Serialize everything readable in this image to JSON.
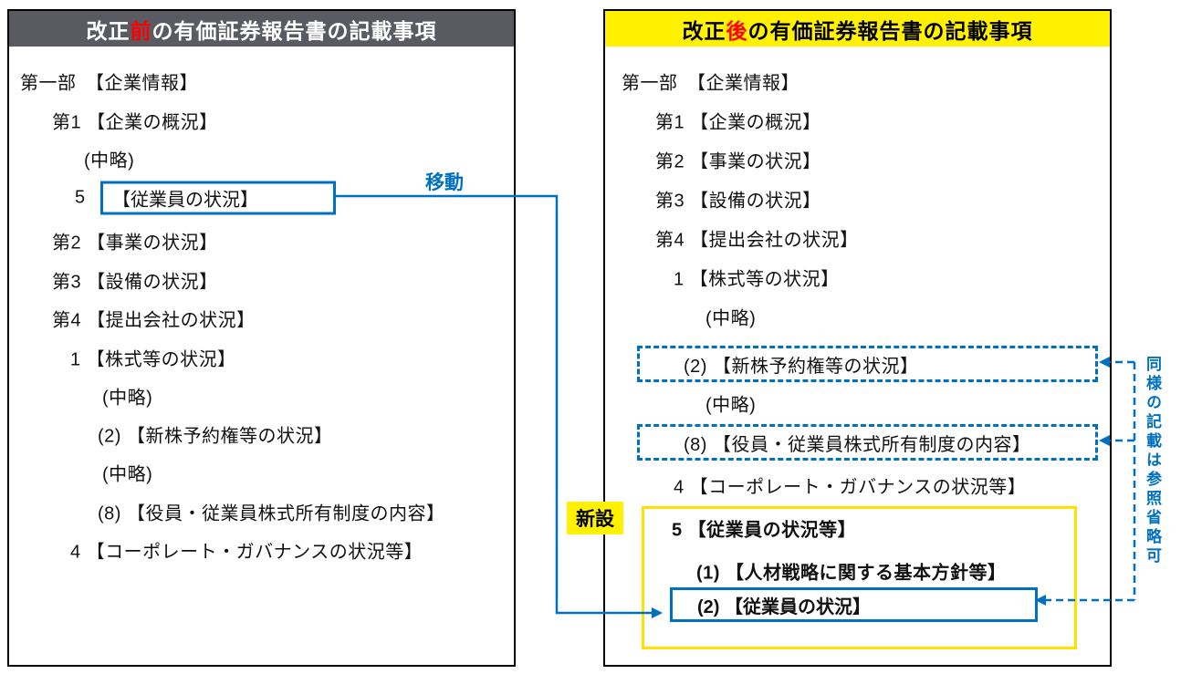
{
  "colors": {
    "accent_blue": "#0070C0",
    "accent_red": "#FF0000",
    "header_gray": "#5A5A63",
    "header_yellow": "#FFF100",
    "new_box_yellow": "#FFE100"
  },
  "annotations": {
    "move_label": "移動",
    "new_label": "新設",
    "side_note": "同様の記載は参照省略可"
  },
  "left_panel": {
    "header": {
      "pre": "改正",
      "accent": "前",
      "post": "の有価証券報告書の記載事項"
    },
    "rows": [
      "第一部　【企業情報】",
      "第1 【企業の概況】",
      "(中略)",
      "第2 【事業の状況】",
      "第3 【設備の状況】",
      "第4 【提出会社の状況】",
      "1 【株式等の状況】",
      "(中略)",
      "(2) 【新株予約権等の状況】",
      "(中略)",
      "(8) 【役員・従業員株式所有制度の内容】",
      "4 【コーポレート・ガバナンスの状況等】"
    ],
    "moved_item": {
      "num": "5",
      "label": "【従業員の状況】"
    }
  },
  "right_panel": {
    "header": {
      "pre": "改正",
      "accent": "後",
      "post": "の有価証券報告書の記載事項"
    },
    "rows": [
      "第一部　【企業情報】",
      "第1 【企業の概況】",
      "第2 【事業の状況】",
      "第3 【設備の状況】",
      "第4 【提出会社の状況】",
      "1 【株式等の状況】",
      "(中略)",
      "(中略)",
      "4 【コーポレート・ガバナンスの状況等】"
    ],
    "ref_boxes": [
      "(2) 【新株予約権等の状況】",
      "(8) 【役員・従業員株式所有制度の内容】"
    ],
    "new_section": {
      "title": "5 【従業員の状況等】",
      "sub1": "(1) 【人材戦略に関する基本方針等】",
      "sub2": "(2) 【従業員の状況】"
    }
  }
}
